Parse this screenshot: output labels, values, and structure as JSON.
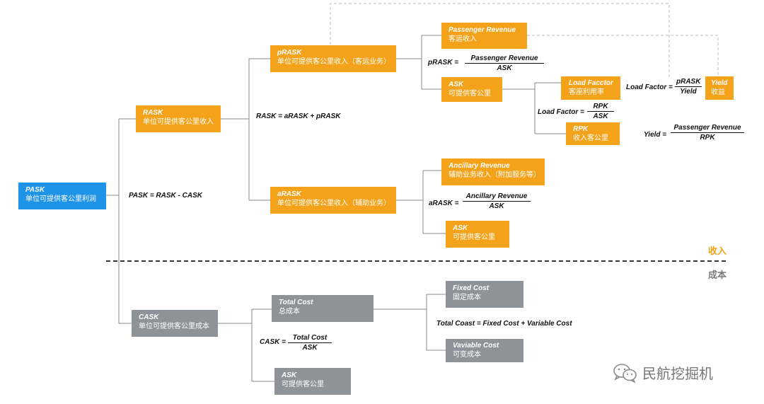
{
  "nodes": {
    "pask": {
      "title": "PASK",
      "sub": "单位可提供客公里利润"
    },
    "rask": {
      "title": "RASK",
      "sub": "单位可提供客公里收入"
    },
    "prask": {
      "title": "pRASK",
      "sub": "单位可提供客公里收入（客运业务）"
    },
    "passenger_revenue": {
      "title": "Passenger Revenue",
      "sub": "客运收入"
    },
    "ask_top": {
      "title": "ASK",
      "sub": "可提供客公里"
    },
    "load_factor": {
      "title": "Load Facctor",
      "sub": "客座利用率"
    },
    "yield": {
      "title": "Yield",
      "sub": "收益"
    },
    "rpk": {
      "title": "RPK",
      "sub": "收入客公里"
    },
    "arask": {
      "title": "aRASK",
      "sub": "单位可提供客公里收入（辅助业务）"
    },
    "ancillary_revenue": {
      "title": "Ancillary Revenue",
      "sub": "辅助业务收入（附加服务等）"
    },
    "ask_mid": {
      "title": "ASK",
      "sub": "可提供客公里"
    },
    "cask": {
      "title": "CASK",
      "sub": "单位可提供客公里成本"
    },
    "total_cost": {
      "title": "Total Cost",
      "sub": "总成本"
    },
    "ask_bottom": {
      "title": "ASK",
      "sub": "可提供客公里"
    },
    "fixed_cost": {
      "title": "Fixed Cost",
      "sub": "固定成本"
    },
    "variable_cost": {
      "title": "Vaviable Cost",
      "sub": "可变成本"
    }
  },
  "equations": {
    "pask_eq": "PASK = RASK - CASK",
    "rask_eq": "RASK = aRASK + pRASK",
    "prask_lhs": "pRASK =",
    "prask_num": "Passenger Revenue",
    "prask_den": "ASK",
    "lf_lhs": "Load Factor =",
    "lf_num": "RPK",
    "lf_den": "ASK",
    "lf2_lhs": "Load Factor =",
    "lf2_num": "pRASK",
    "lf2_den": "Yield",
    "yield_lhs": "Yield =",
    "yield_num": "Passenger Revenue",
    "yield_den": "RPK",
    "arask_lhs": "aRASK =",
    "arask_num": "Ancillary Revenue",
    "arask_den": "ASK",
    "cask_lhs": "CASK =",
    "cask_num": "Total Cost",
    "cask_den": "ASK",
    "total_cost_eq": "Total Coast = Fixed Cost + Variable Cost"
  },
  "sections": {
    "revenue": "收入",
    "cost": "成本"
  },
  "watermark": {
    "text": "民航挖掘机",
    "icon": "wechat-icon"
  },
  "colors": {
    "revenue": "#f5a21b",
    "cost": "#8e9299",
    "root": "#1f93e8",
    "cost_label": "#7a7a7a"
  }
}
